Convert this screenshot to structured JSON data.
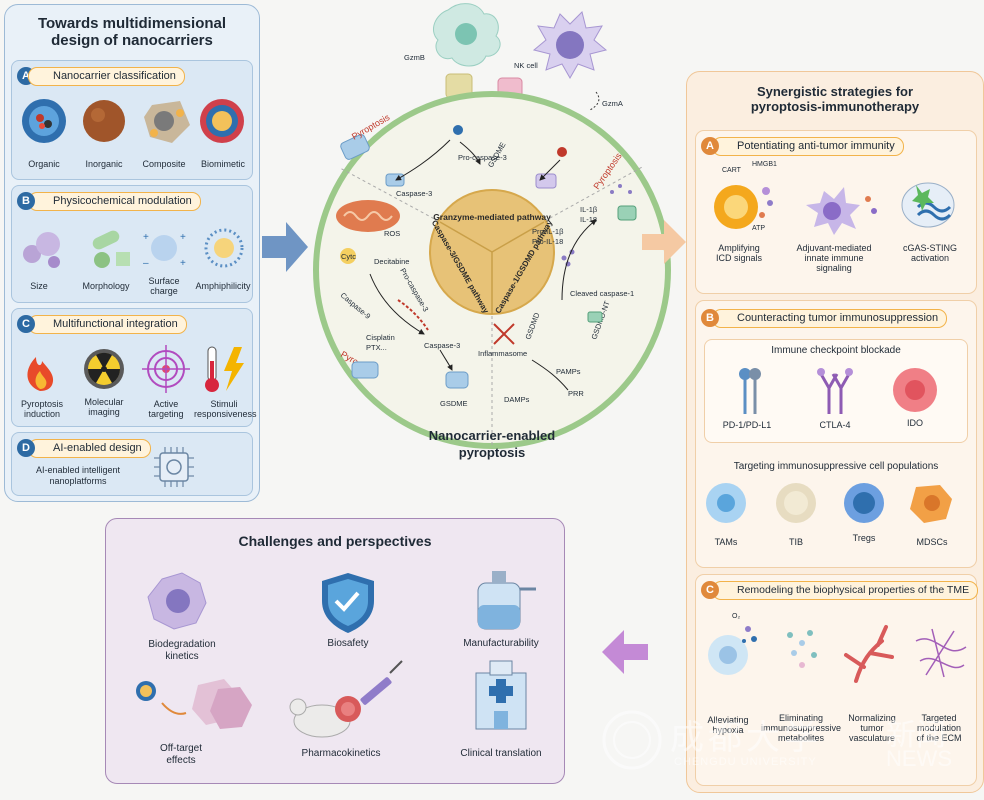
{
  "left": {
    "title_line1": "Towards multidimensional",
    "title_line2": "design of nanocarriers",
    "sections": [
      {
        "badge": "A",
        "title": "Nanocarrier classification",
        "items": [
          "Organic",
          "Inorganic",
          "Composite",
          "Biomimetic"
        ]
      },
      {
        "badge": "B",
        "title": "Physicochemical modulation",
        "items": [
          "Size",
          "Morphology",
          "Surface\ncharge",
          "Amphiphilicity"
        ]
      },
      {
        "badge": "C",
        "title": "Multifunctional integration",
        "items": [
          "Pyroptosis\ninduction",
          "Molecular\nimaging",
          "Active\ntargeting",
          "Stimuli\nresponsiveness"
        ]
      },
      {
        "badge": "D",
        "title": "AI-enabled design",
        "items": [
          "AI-enabled intelligent\nnanoplatforms"
        ]
      }
    ]
  },
  "center": {
    "caption_line1": "Nanocarrier-enabled",
    "caption_line2": "pyroptosis",
    "pathways": [
      "Granzyme-mediated pathway",
      "Caspase-3/GSDME pathway",
      "Caspase-1/GSDMD pathway"
    ],
    "labels": {
      "gzmb": "GzmB",
      "nk": "NK cell",
      "gzma": "GzmA",
      "pyroptosis": "Pyroptosis",
      "caspase3": "Caspase-3",
      "procaspase3": "Pro-caspase-3",
      "gsdme": "GSDME",
      "ros": "ROS",
      "cytc": "Cytc",
      "decitabine": "Decitabine",
      "caspase9": "Caspase-9",
      "cisplatin": "Cisplatin",
      "ptx": "PTX...",
      "il1b": "IL-1β",
      "il18": "IL-18",
      "proil1b": "Pro-IL-1β",
      "proil18": "Pro-IL-18",
      "cleaved": "Cleaved\ncaspase-1",
      "gsdmd": "GSDMD",
      "gsdmdnt": "GSDMD-NT",
      "inflammasome": "Inflammasome",
      "pamps": "PAMPs",
      "damps": "DAMPs",
      "prr": "PRR"
    }
  },
  "right": {
    "title_line1": "Synergistic strategies for",
    "title_line2": "pyroptosis-immunotherapy",
    "A": {
      "badge": "A",
      "title": "Potentiating anti-tumor immunity",
      "tags": [
        "CART",
        "HMGB1",
        "ATP"
      ],
      "items": [
        "Amplifying\nICD signals",
        "Adjuvant-mediated\ninnate immune\nsignaling",
        "cGAS-STING\nactivation"
      ]
    },
    "B": {
      "badge": "B",
      "title": "Counteracting tumor immunosuppression",
      "checkpoint_title": "Immune checkpoint blockade",
      "checkpoint_items": [
        "PD-1/PD-L1",
        "CTLA-4",
        "IDO"
      ],
      "cells_title": "Targeting immunosuppressive cell populations",
      "cells": [
        "TAMs",
        "TIB",
        "Tregs",
        "MDSCs"
      ]
    },
    "C": {
      "badge": "C",
      "title": "Remodeling the biophysical properties of the TME",
      "o2": "O₂",
      "items": [
        "Alleviating\nhypoxia",
        "Eliminating\nimmunosuppressive\nmetabolites",
        "Normalizing\ntumor\nvasculature",
        "Targeted\nmodulation\nof the ECM"
      ]
    }
  },
  "bottom": {
    "title": "Challenges and perspectives",
    "items": [
      "Biodegradation\nkinetics",
      "Biosafety",
      "Manufacturability",
      "Off-target\neffects",
      "Pharmacokinetics",
      "Clinical translation"
    ]
  },
  "watermark": {
    "cn": "成都大学",
    "news_cn": "新闻",
    "en": "CHENGDU UNIVERSITY",
    "news": "NEWS"
  },
  "colors": {
    "blue_arrow": "#6f95c4",
    "peach_arrow": "#f5c9a3",
    "purple_arrow": "#c48ad6",
    "ring": "#9cc98a",
    "core": "#e7c277"
  }
}
